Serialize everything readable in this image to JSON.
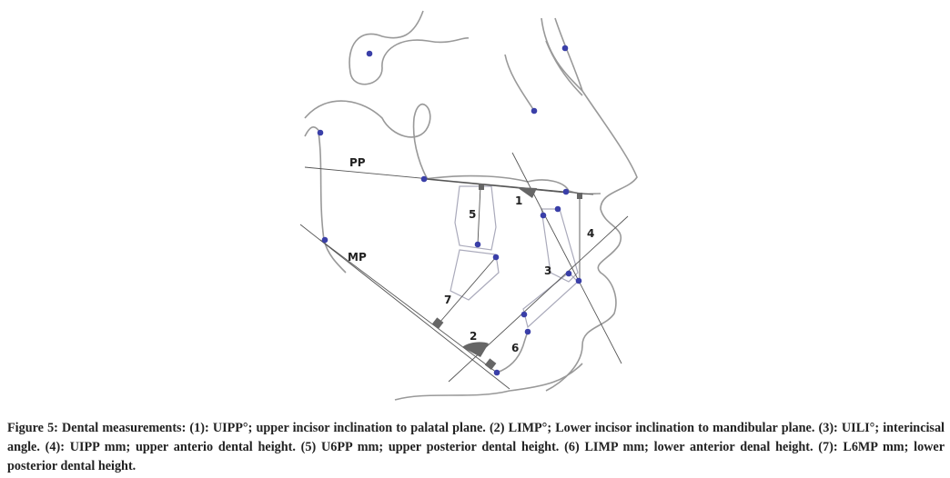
{
  "figure": {
    "labels": {
      "pp": "PP",
      "mp": "MP",
      "m1": "1",
      "m2": "2",
      "m3": "3",
      "m4": "4",
      "m5": "5",
      "m6": "6",
      "m7": "7"
    },
    "colors": {
      "landmark": "#3a3fa8",
      "outline": "#999999",
      "angle_mark": "#666666"
    }
  },
  "caption": {
    "text": "Figure 5: Dental measurements: (1): UIPP°; upper incisor inclination to palatal plane. (2) LIMP°; Lower incisor inclination to mandibular plane. (3): UILI°; interincisal angle. (4): UIPP mm; upper anterio dental height. (5) U6PP mm; upper posterior dental height. (6) LIMP mm; lower anterior denal height. (7): L6MP mm; lower posterior dental height."
  }
}
